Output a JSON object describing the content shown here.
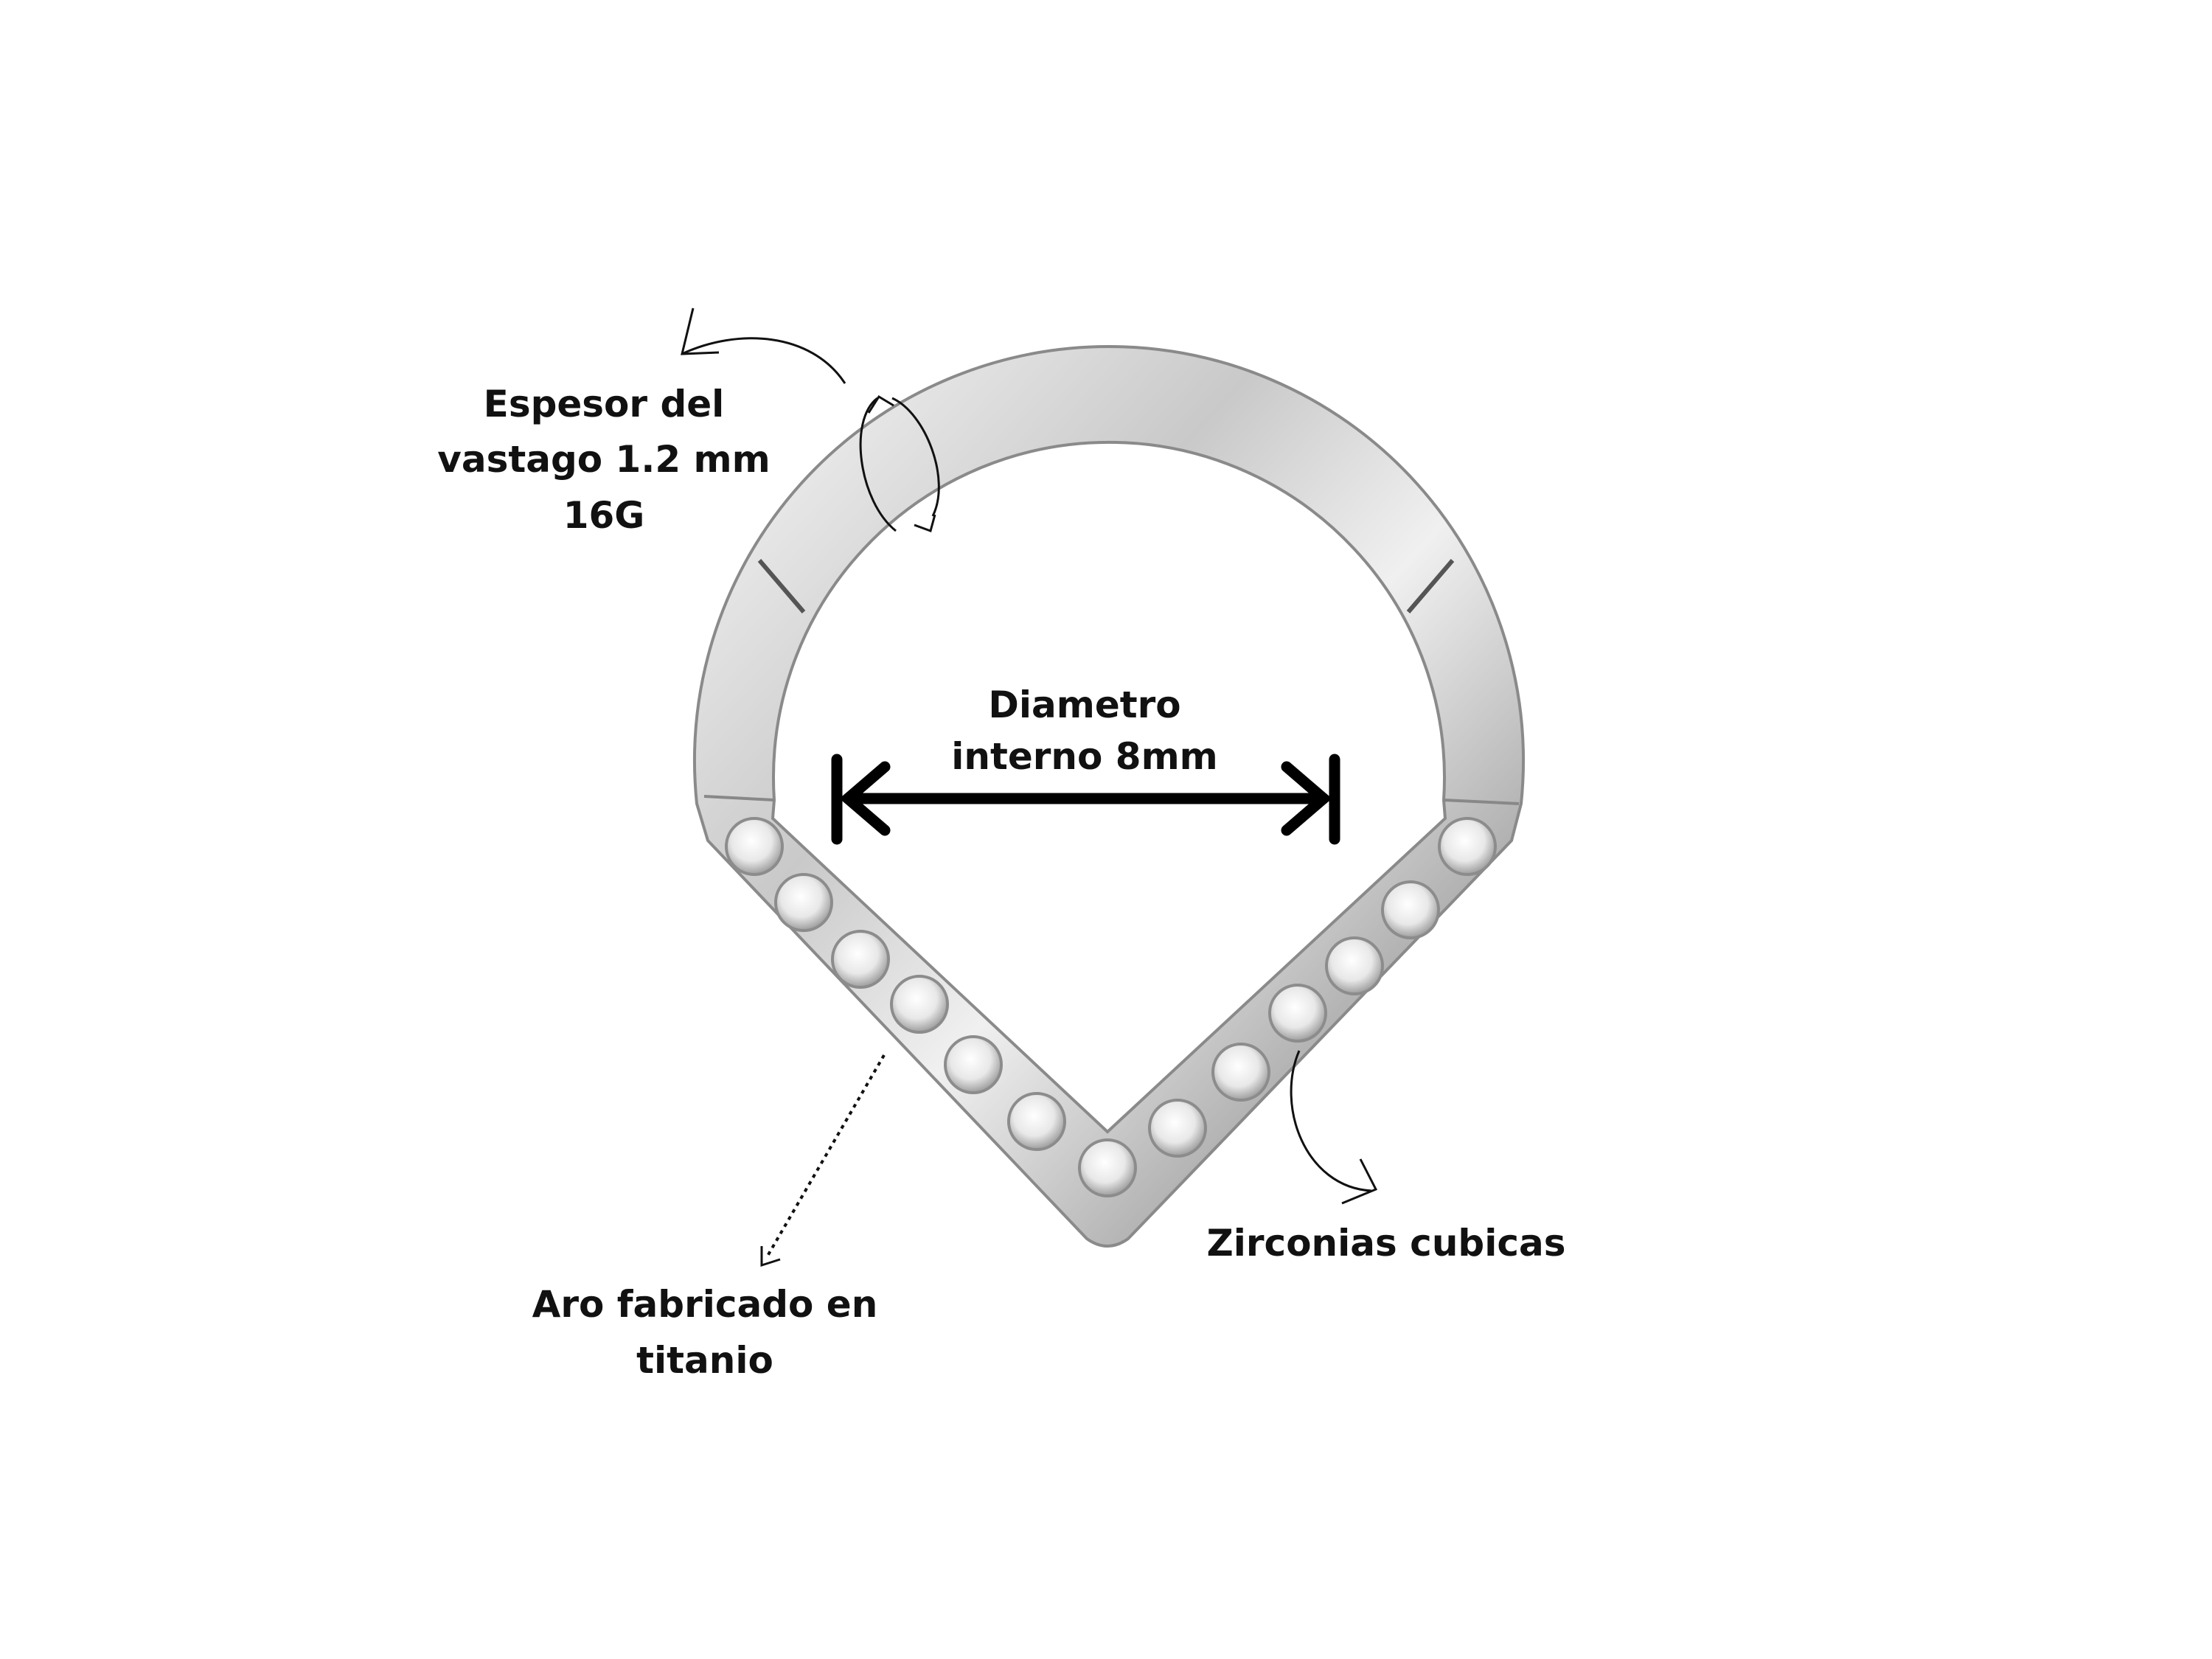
{
  "labels": {
    "thickness": [
      "Espesor del",
      "vastago 1.2 mm",
      "16G"
    ],
    "diameter": [
      "Diametro",
      "interno 8mm"
    ],
    "stones": "Zirconias cubicas",
    "material": [
      "Aro fabricado en",
      "titanio"
    ]
  },
  "colors": {
    "text": "#111111",
    "metal_light": "#f4f4f4",
    "metal_dark": "#9a9a9a"
  }
}
